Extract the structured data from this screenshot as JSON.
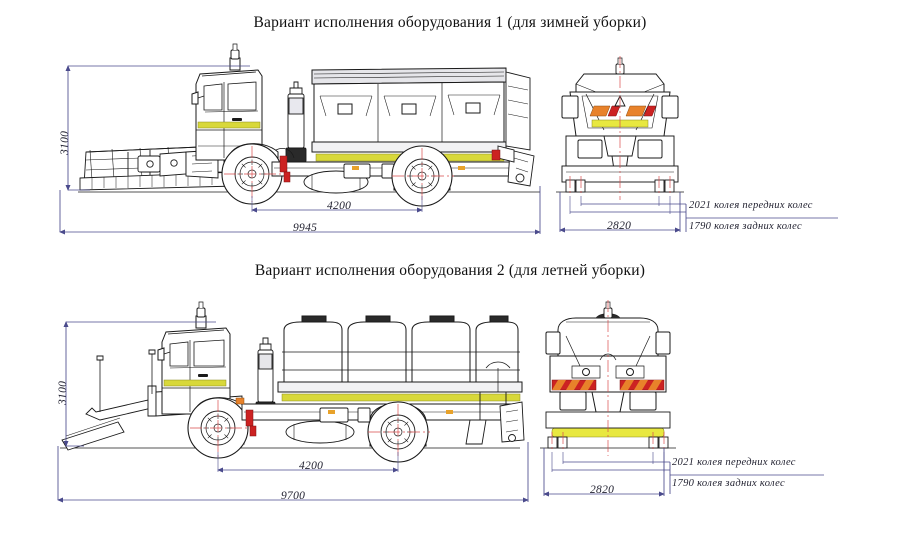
{
  "document": {
    "type": "technical-drawing",
    "subject": "KamAZ combined road maintenance vehicle",
    "background_color": "#ffffff",
    "dimension_line_color": "#4a4a8c",
    "center_line_color": "#d94b4b",
    "outline_color": "#1a1a1a",
    "accent_yellow": "#d8d83a",
    "accent_orange": "#e8822a",
    "accent_red": "#cc2222"
  },
  "sections": [
    {
      "id": "variant1",
      "title": "Вариант исполнения оборудования 1 (для зимней уборки)",
      "dimensions": {
        "height": "3100",
        "wheelbase": "4200",
        "overall_length": "9945",
        "overall_width": "2820",
        "front_track": "2021 колея передних колес",
        "rear_track": "1790 колея задних колес"
      }
    },
    {
      "id": "variant2",
      "title": "Вариант исполнения оборудования 2 (для летней уборки)",
      "dimensions": {
        "height": "3100",
        "wheelbase": "4200",
        "overall_length": "9700",
        "overall_width": "2820",
        "front_track": "2021 колея передних колес",
        "rear_track": "1790 колея задних колес"
      }
    }
  ]
}
